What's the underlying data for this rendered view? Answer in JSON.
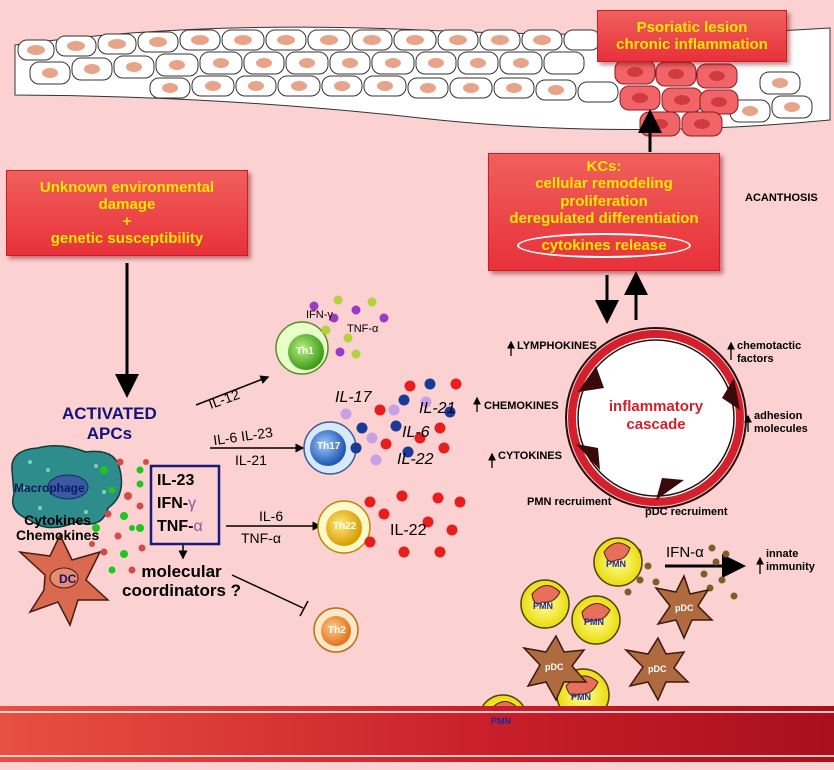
{
  "lesion_box": {
    "line1": "Psoriatic lesion",
    "line2": "chronic inflammation"
  },
  "env_box": {
    "line1": "Unknown environmental",
    "line2": "damage",
    "line3": "+",
    "line4": "genetic susceptibility"
  },
  "kc_box": {
    "line1": "KCs:",
    "line2": "cellular remodeling",
    "line3": "proliferation",
    "line4": "deregulated differentiation",
    "cytokines": "cytokines release"
  },
  "acanthosis": "ACANTHOSIS",
  "activated_apcs": {
    "line1": "ACTIVATED",
    "line2": "APCs"
  },
  "macrophage": "Macrophage",
  "cytokines_chemokines": {
    "line1": "Cytokines",
    "line2": "Chemokines"
  },
  "dc": "DC",
  "cytokine_box": {
    "il23": "IL-23",
    "ifn": "IFN-",
    "ifn_greek": "γ",
    "tnf": "TNF-",
    "tnf_greek": "α"
  },
  "molecular": {
    "line1": "molecular",
    "line2": "coordinators ?"
  },
  "arrows": {
    "il12": "IL-12",
    "il6_il23": "IL-6 IL-23",
    "il21": "IL-21",
    "il6": "IL-6",
    "tnf_a": "TNF-α"
  },
  "th_cells": {
    "th1": "Th1",
    "th17": "Th17",
    "th22": "Th22",
    "th2": "Th2"
  },
  "th1_out": {
    "ifn": "IFN-γ",
    "tnf": "TNF-α"
  },
  "th17_out": {
    "il17": "IL-17",
    "il21": "IL-21",
    "il6": "IL-6",
    "il22": "IL-22"
  },
  "th22_out": {
    "il22": "IL-22"
  },
  "cascade": {
    "line1": "inflammatory",
    "line2": "cascade"
  },
  "cascade_labels": {
    "lymphokines": "LYMPHOKINES",
    "chemokines": "CHEMOKINES",
    "cytokines": "CYTOKINES",
    "chemotactic": "chemotactic",
    "factors": "factors",
    "adhesion": "adhesion",
    "molecules": "molecules",
    "pmn_recruitment": "PMN recruiment",
    "pdc_recruitment": "pDC recruiment"
  },
  "ifn_alpha": "IFN-α",
  "innate": {
    "line1": "innate",
    "line2": "immunity"
  },
  "pmn_label": "PMN",
  "pdc_label": "pDC",
  "colors": {
    "background": "#fbd1d1",
    "box_red": "#e8313a",
    "box_text": "#ffe800",
    "navy": "#12127a",
    "vessel": "#c81e2a"
  }
}
